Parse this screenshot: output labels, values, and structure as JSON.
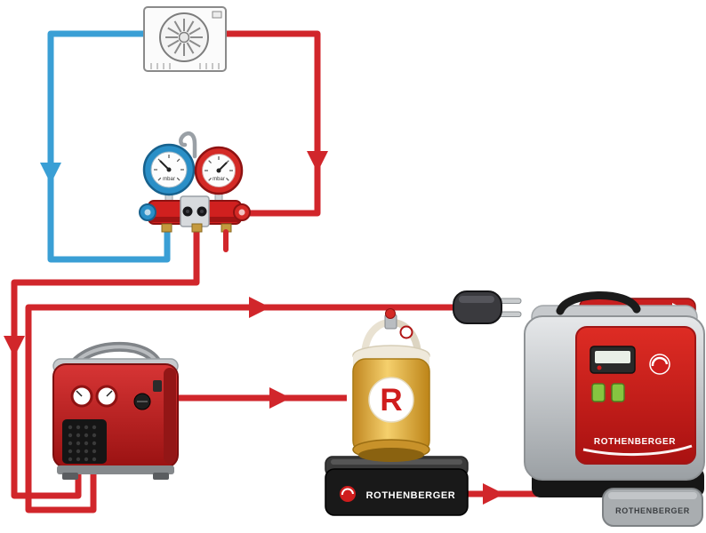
{
  "labels": {
    "cylinder": "R",
    "scale_brand": "ROTHENBERGER",
    "machine_brand": "ROTHENBERGER",
    "pedal_brand": "ROTHENBERGER",
    "gauge_low_unit": "mbar",
    "gauge_high_unit": "mbar"
  },
  "colors": {
    "line_red": "#d1262b",
    "line_blue": "#3a9fd5",
    "brand_red": "#cf1d1d",
    "cylinder_gold": "#e3aa35",
    "machine_gray": "#c3c7ca",
    "scale_black": "#191919"
  }
}
